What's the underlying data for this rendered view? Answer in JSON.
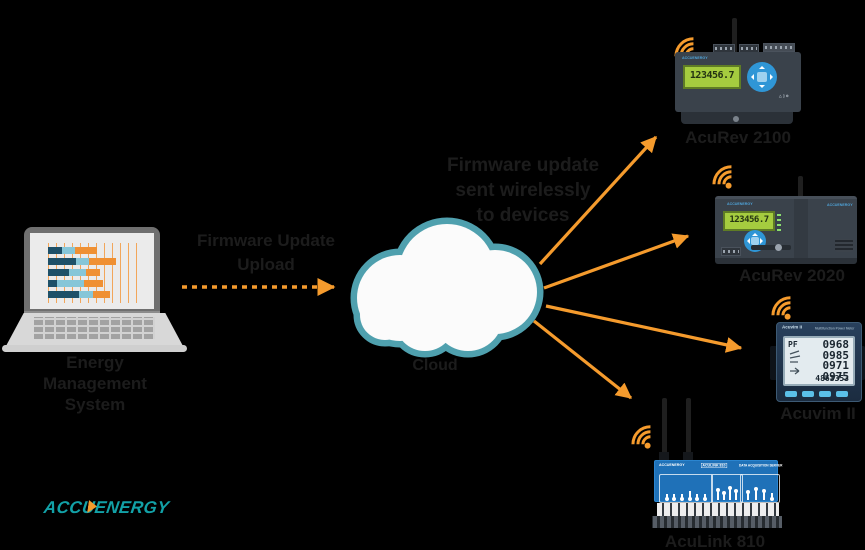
{
  "colors": {
    "background": "#000000",
    "orange_accent": "#F59B2D",
    "cloud_border": "#4FA0AE",
    "logo_teal": "#12A1A7",
    "dark_label_text": "#1C1C1C",
    "device_gray": "#3A424B",
    "lcd_green": "#A5CC3F",
    "aculink_blue": "#1F71B8"
  },
  "laptop_label": {
    "line1": "Energy Management",
    "line2": "System"
  },
  "upload_label": {
    "line1": "Firmware Update",
    "line2": "Upload"
  },
  "cloud_label": "Cloud",
  "push_label": {
    "line1": "Firmware update",
    "line2": "sent wirelessly",
    "line3": "to devices"
  },
  "brand_logo": "ACCUENERGY",
  "devices": {
    "acurev2100": {
      "name": "AcuRev 2100",
      "brand": "ACCUENERGY",
      "lcd": "123456.7"
    },
    "acurev2020": {
      "name": "AcuRev 2020",
      "brand": "ACCUENERGY",
      "lcd": "123456.7"
    },
    "acuvim2": {
      "name": "Acuvim II",
      "header_left": "Acuvim II",
      "header_right": "Multifunction Power Meter",
      "pf": "PF",
      "rows": [
        "0968",
        "0985",
        "0971",
        "0975"
      ],
      "totalizer": "4863353"
    },
    "aculink810": {
      "name": "AcuLink 810",
      "brand": "ACCUENERGY",
      "badge": "ACULINK 810",
      "subtitle": "DATA ACQUISITION SERVER"
    }
  }
}
